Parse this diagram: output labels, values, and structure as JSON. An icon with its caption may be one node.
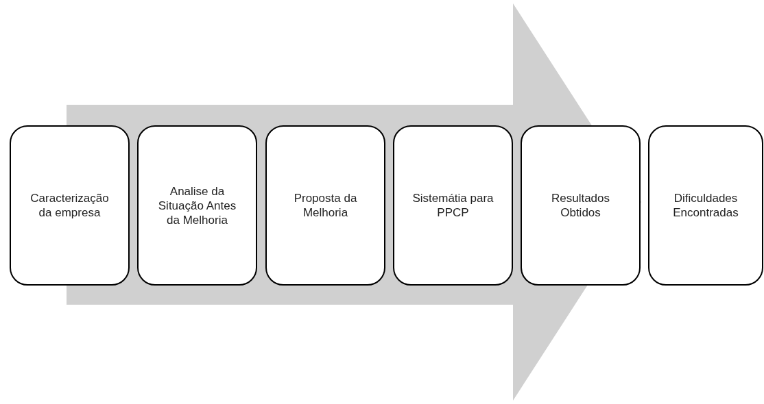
{
  "diagram": {
    "nodes": [
      {
        "text": [
          "Caracterização da empresa"
        ]
      },
      {
        "text": [
          "Analise da Situação Antes da Melhoria"
        ]
      },
      {
        "text": [
          "Proposta da Melhoria"
        ]
      },
      {
        "text": [
          "Sistemátia para PPCP"
        ]
      },
      {
        "text": [
          "Resultados Obtidos"
        ]
      },
      {
        "text": [
          "Dificuldades Encontradas"
        ]
      }
    ],
    "edges": [
      {
        "from": 0,
        "to": 5,
        "arrow": "to"
      }
    ]
  }
}
